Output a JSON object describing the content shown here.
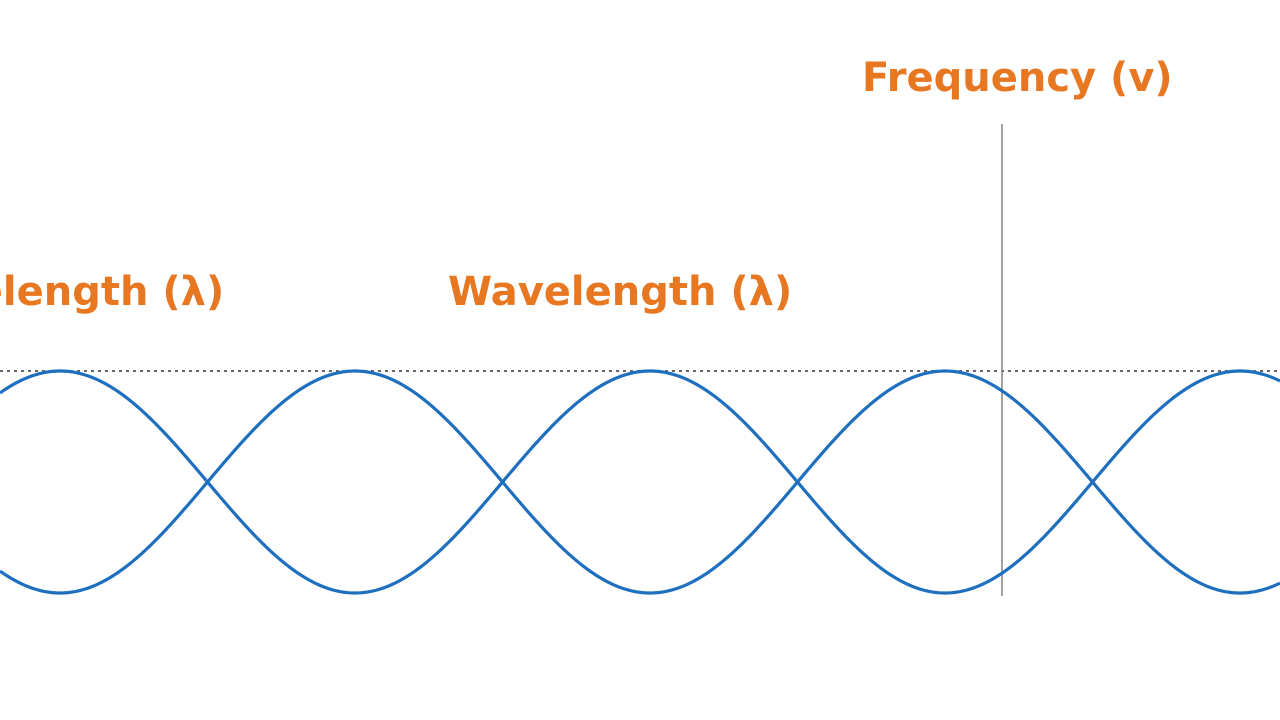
{
  "labels": {
    "wavelength_left": "Wavelength (λ)",
    "wavelength_center": "Wavelength (λ)",
    "frequency": "Frequency (v)"
  },
  "colors": {
    "label": "#e87722",
    "wave": "#1f6fbf",
    "dotted_line": "#666666",
    "marker_line": "#8a8a8a",
    "background": "#ffffff"
  }
}
